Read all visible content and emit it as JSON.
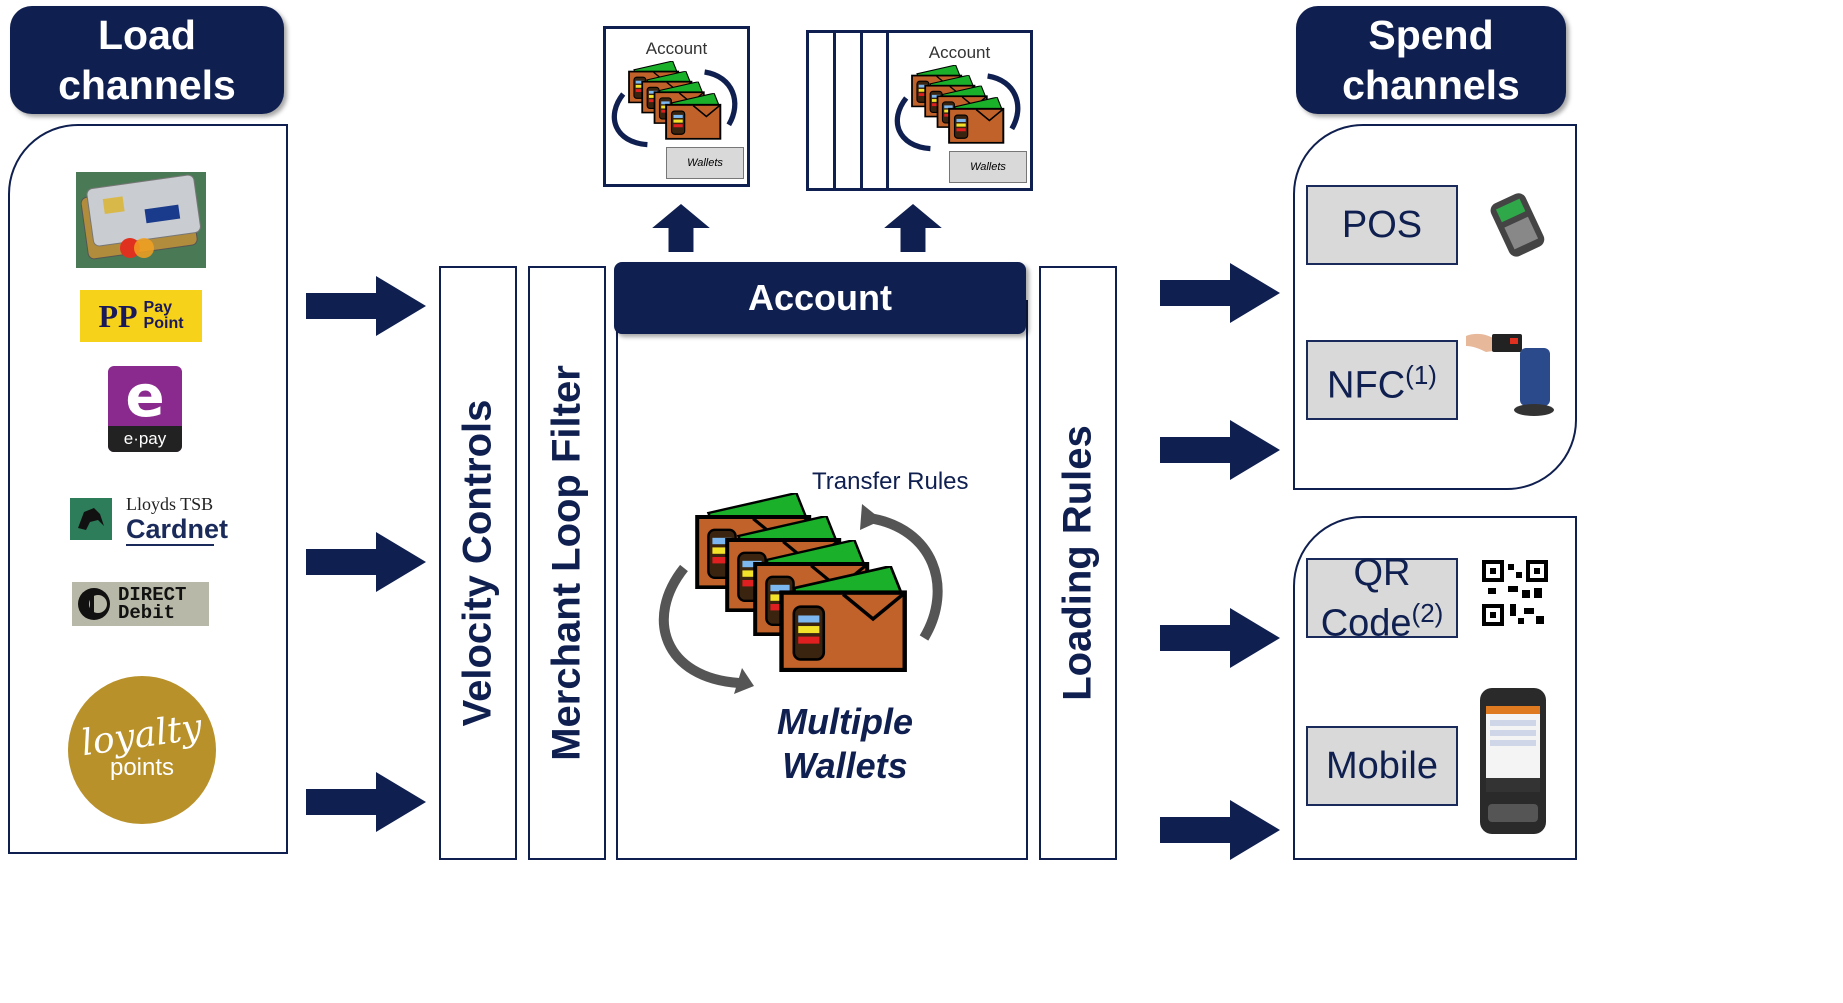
{
  "load_header": {
    "line1": "Load",
    "line2": "channels"
  },
  "spend_header": {
    "line1": "Spend",
    "line2": "channels"
  },
  "load_logos": {
    "paypoint_pay": "Pay",
    "paypoint_point": "Point",
    "epay_label": "e·pay",
    "lloyds_top": "Lloyds TSB",
    "lloyds_bottom": "Cardnet",
    "direct_debit_top": "DIRECT",
    "direct_debit_bottom": "Debit",
    "loyalty_top": "loyalty",
    "loyalty_bottom": "points"
  },
  "columns": {
    "velocity": "Velocity Controls",
    "merchant": "Merchant Loop Filter",
    "loading": "Loading Rules"
  },
  "account": {
    "header": "Account",
    "transfer_rules": "Transfer  Rules",
    "multiple": "Multiple",
    "wallets": "Wallets"
  },
  "top_accounts": [
    {
      "label": "Account",
      "wallets_label": "Wallets"
    },
    {
      "label": "Account",
      "wallets_label": "Wallets"
    }
  ],
  "spend": {
    "pos": "POS",
    "nfc": "NFC",
    "nfc_sup": "(1)",
    "qr_line1": "QR",
    "qr_line2": "Code",
    "qr_sup": "(2)",
    "mobile": "Mobile"
  },
  "colors": {
    "navy": "#0f1f4f",
    "box_grey": "#d9d9d9",
    "wallet_brown": "#c0622a",
    "wallet_green": "#1bb02a"
  }
}
